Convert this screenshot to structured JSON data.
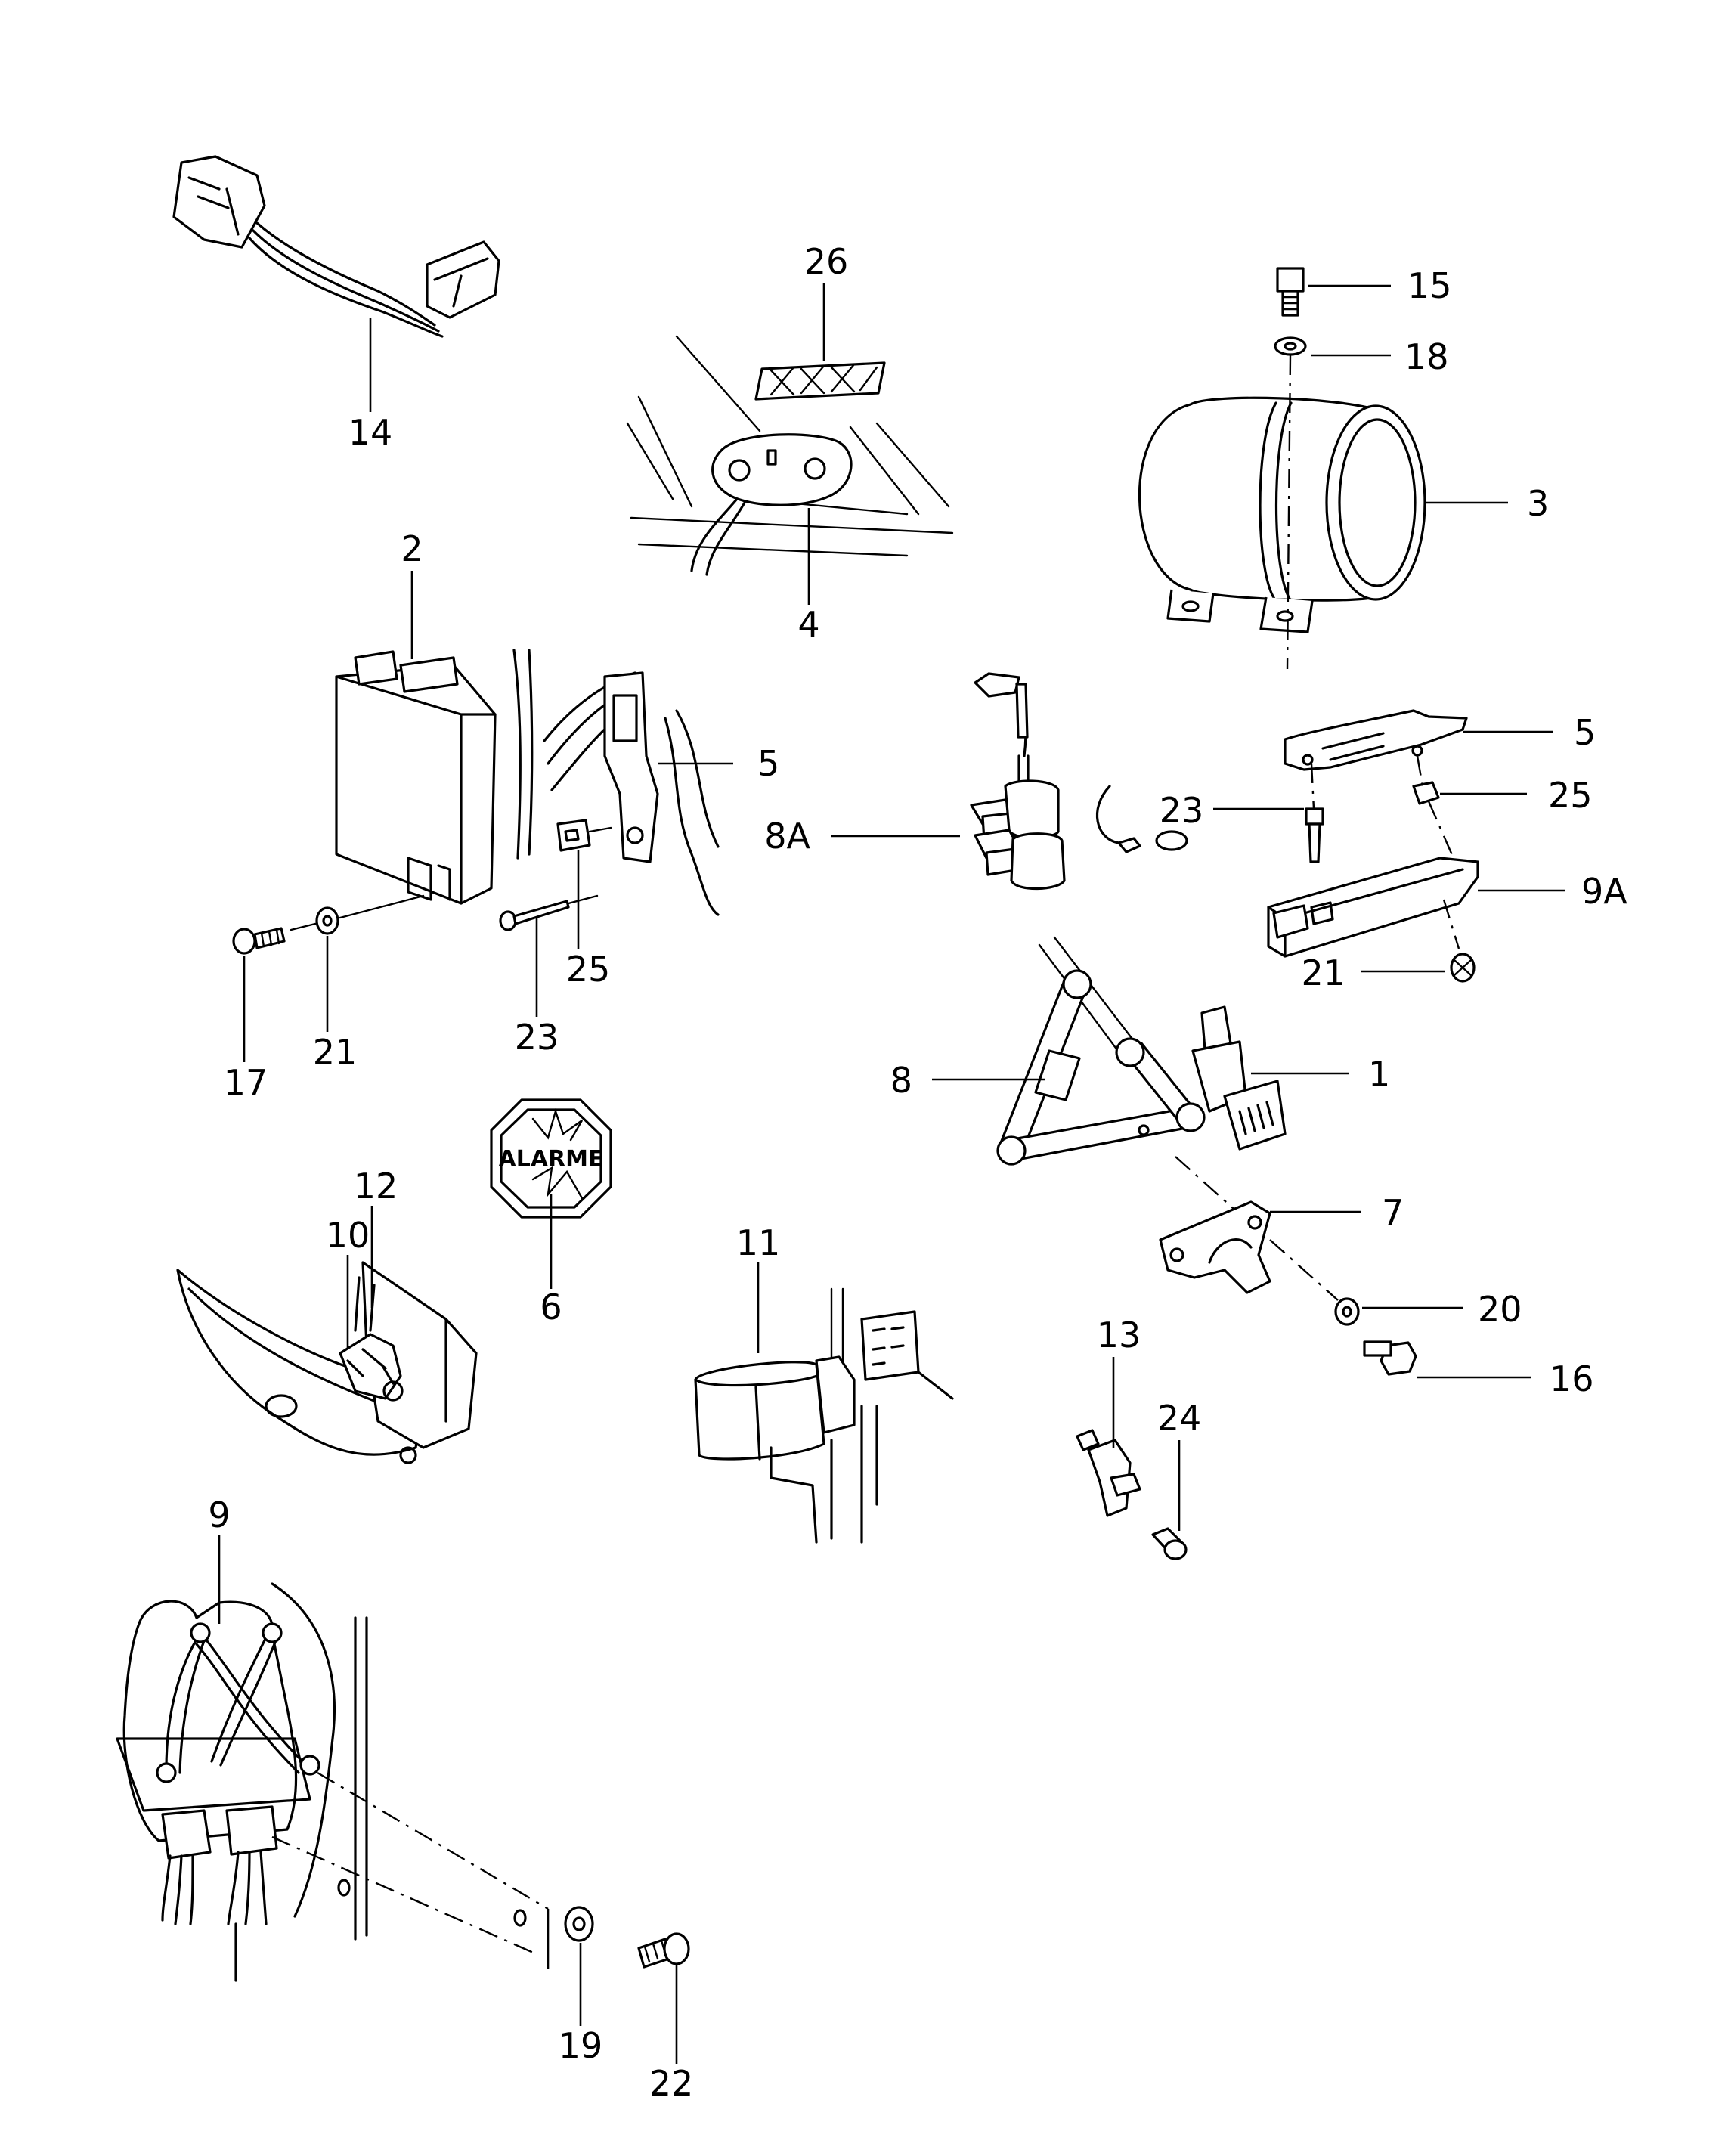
{
  "diagram": {
    "sticker_text": "ALARME",
    "labels": [
      {
        "id": "14",
        "text": "14"
      },
      {
        "id": "26",
        "text": "26"
      },
      {
        "id": "15",
        "text": "15"
      },
      {
        "id": "18",
        "text": "18"
      },
      {
        "id": "3",
        "text": "3"
      },
      {
        "id": "4",
        "text": "4"
      },
      {
        "id": "2",
        "text": "2"
      },
      {
        "id": "5a",
        "text": "5"
      },
      {
        "id": "5b",
        "text": "5"
      },
      {
        "id": "25a",
        "text": "25"
      },
      {
        "id": "25b",
        "text": "25"
      },
      {
        "id": "23a",
        "text": "23"
      },
      {
        "id": "23b",
        "text": "23"
      },
      {
        "id": "8A",
        "text": "8A"
      },
      {
        "id": "9A",
        "text": "9A"
      },
      {
        "id": "21a",
        "text": "21"
      },
      {
        "id": "21b",
        "text": "21"
      },
      {
        "id": "17",
        "text": "17"
      },
      {
        "id": "8",
        "text": "8"
      },
      {
        "id": "1",
        "text": "1"
      },
      {
        "id": "6",
        "text": "6"
      },
      {
        "id": "12",
        "text": "12"
      },
      {
        "id": "10",
        "text": "10"
      },
      {
        "id": "7",
        "text": "7"
      },
      {
        "id": "11",
        "text": "11"
      },
      {
        "id": "20",
        "text": "20"
      },
      {
        "id": "16",
        "text": "16"
      },
      {
        "id": "13",
        "text": "13"
      },
      {
        "id": "24",
        "text": "24"
      },
      {
        "id": "9",
        "text": "9"
      },
      {
        "id": "19",
        "text": "19"
      },
      {
        "id": "22",
        "text": "22"
      }
    ]
  }
}
